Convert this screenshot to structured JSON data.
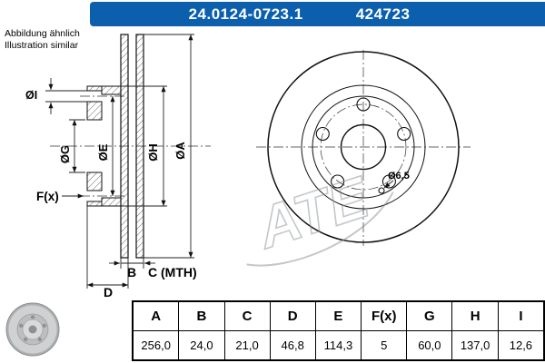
{
  "header": {
    "part_number": "24.0124-0723.1",
    "catalog_number": "424723",
    "accent_color": "#0b5fad"
  },
  "note": {
    "line1": "Abbildung ähnlich",
    "line2": "Illustration similar"
  },
  "section_labels": {
    "dia_i": "ØI",
    "dia_g": "ØG",
    "dia_e": "ØE",
    "dia_h": "ØH",
    "dia_a": "ØA",
    "hole_count": "F(x)",
    "thickness": "B",
    "min_thickness": "C (MTH)",
    "hat_height": "D"
  },
  "front_labels": {
    "set_screw_hole": "Ø6,5"
  },
  "watermark": "ATE",
  "table": {
    "headers": [
      "A",
      "B",
      "C",
      "D",
      "E",
      "F(x)",
      "G",
      "H",
      "I"
    ],
    "values": [
      "256,0",
      "24,0",
      "21,0",
      "46,8",
      "114,3",
      "5",
      "60,0",
      "137,0",
      "12,6"
    ]
  }
}
